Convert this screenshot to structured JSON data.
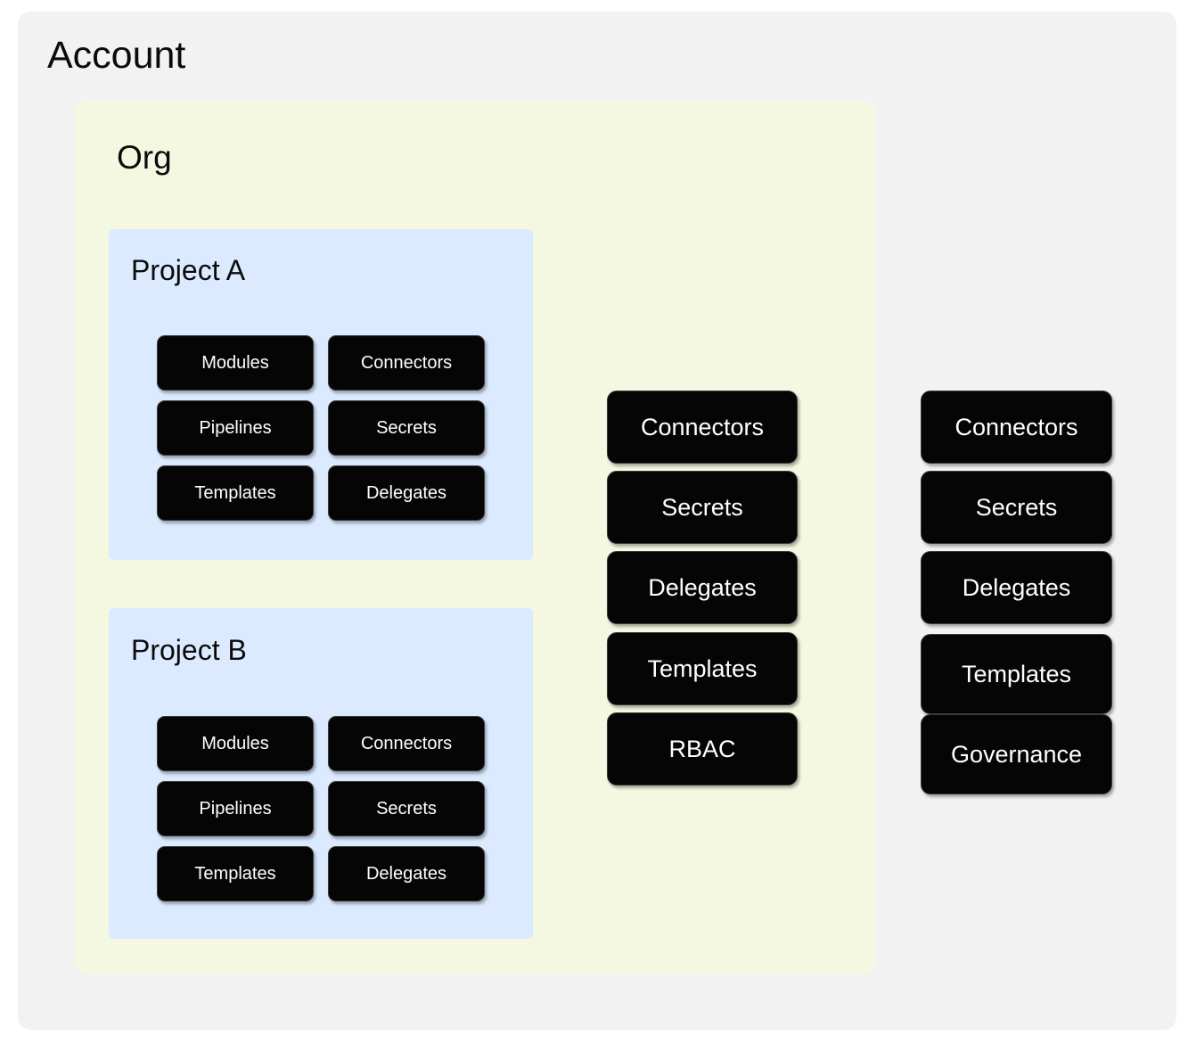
{
  "diagram": {
    "type": "hierarchy-scope-diagram",
    "colors": {
      "account_background": "#f2f2f3",
      "org_background": "#f5f8e0",
      "project_background": "#dbeafe",
      "chip_background": "#050505",
      "chip_text": "#ffffff",
      "title_text": "#0b0b0b"
    }
  },
  "account": {
    "title": "Account",
    "resources": [
      {
        "label": "Connectors"
      },
      {
        "label": "Secrets"
      },
      {
        "label": "Delegates"
      },
      {
        "label": "Templates"
      },
      {
        "label": "Governance"
      }
    ]
  },
  "org": {
    "title": "Org",
    "resources": [
      {
        "label": "Connectors"
      },
      {
        "label": "Secrets"
      },
      {
        "label": "Delegates"
      },
      {
        "label": "Templates"
      },
      {
        "label": "RBAC"
      }
    ]
  },
  "projects": [
    {
      "title": "Project A",
      "column_1": [
        {
          "label": "Modules"
        },
        {
          "label": "Pipelines"
        },
        {
          "label": "Templates"
        }
      ],
      "column_2": [
        {
          "label": "Connectors"
        },
        {
          "label": "Secrets"
        },
        {
          "label": "Delegates"
        }
      ]
    },
    {
      "title": "Project B",
      "column_1": [
        {
          "label": "Modules"
        },
        {
          "label": "Pipelines"
        },
        {
          "label": "Templates"
        }
      ],
      "column_2": [
        {
          "label": "Connectors"
        },
        {
          "label": "Secrets"
        },
        {
          "label": "Delegates"
        }
      ]
    }
  ]
}
